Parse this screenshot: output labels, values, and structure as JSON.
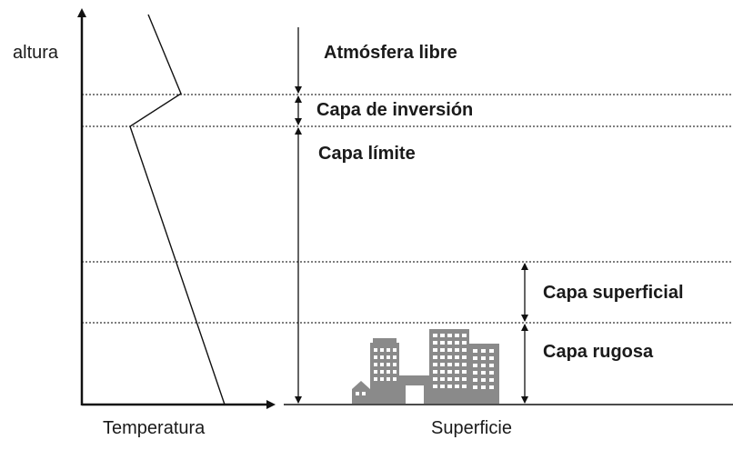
{
  "axes": {
    "y_label": "altura",
    "x_label": "Temperatura"
  },
  "surface_label": "Superficie",
  "layers": {
    "free_atmosphere": "Atmósfera libre",
    "inversion_layer": "Capa de inversión",
    "boundary_layer": "Capa límite",
    "surface_layer": "Capa superficial",
    "roughness_layer": "Capa rugosa"
  },
  "colors": {
    "line": "#111111",
    "dotted": "#333333",
    "building": "#8a8a8a",
    "window": "#ffffff"
  },
  "icons": {
    "buildings": "city-buildings-icon"
  }
}
